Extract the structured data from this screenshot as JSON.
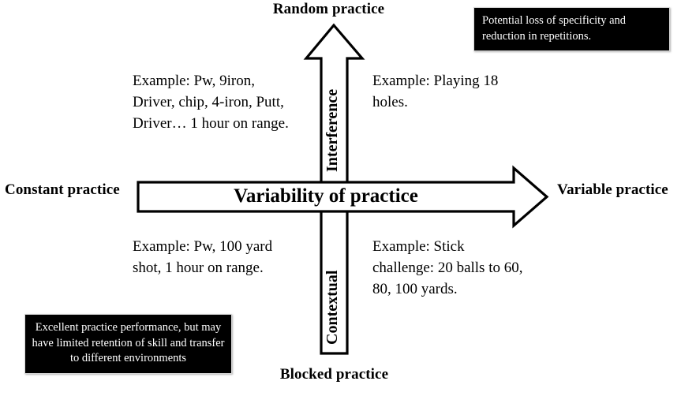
{
  "diagram": {
    "title": "Variability of practice",
    "axes": {
      "horizontal": {
        "name": "Variability of practice",
        "left_end_label": "Constant practice",
        "right_end_label": "Variable practice"
      },
      "vertical": {
        "top_end_label": "Random practice",
        "bottom_end_label": "Blocked practice",
        "upper_axis_name": "Interference",
        "lower_axis_name": "Contextual"
      }
    },
    "quadrants": {
      "top_left": "Example: Pw, 9iron, Driver, chip, 4-iron, Putt, Driver… 1 hour on range.",
      "top_right": "Example: Playing 18 holes.",
      "bottom_left": "Example: Pw, 100 yard shot, 1 hour on range.",
      "bottom_right": "Example: Stick challenge: 20 balls to 60, 80, 100 yards."
    },
    "callouts": {
      "top_right": "Potential loss of specificity and reduction in repetitions.",
      "bottom_left": "Excellent practice performance, but may have limited retention of skill and transfer to different environments"
    },
    "colors": {
      "background": "#ffffff",
      "stroke": "#000000",
      "callout_background": "#000000",
      "callout_text": "#ffffff"
    }
  }
}
